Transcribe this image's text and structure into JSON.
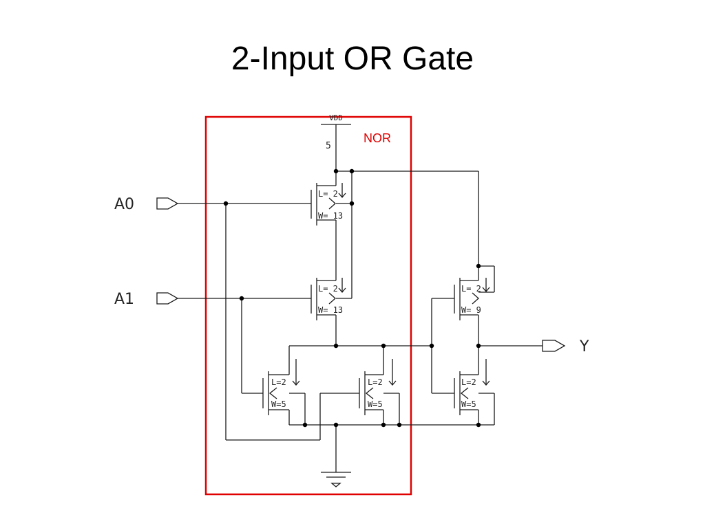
{
  "slide": {
    "title": "2-Input OR Gate"
  },
  "block": {
    "label": "NOR",
    "box_color": "#e00000"
  },
  "supply": {
    "name": "VDD",
    "value": "5"
  },
  "ports": {
    "input_a0": "A0",
    "input_a1": "A1",
    "output_y": "Y"
  },
  "transistors": {
    "pmos_a0": {
      "l": "L= 2",
      "w": "W= 13"
    },
    "pmos_a1": {
      "l": "L= 2",
      "w": "W= 13"
    },
    "nmos_a1": {
      "l": "L=2",
      "w": "W=5"
    },
    "nmos_a0": {
      "l": "L=2",
      "w": "W=5"
    },
    "pmos_inv": {
      "l": "L= 2",
      "w": "W= 9"
    },
    "nmos_inv": {
      "l": "L=2",
      "w": "W=5"
    }
  }
}
